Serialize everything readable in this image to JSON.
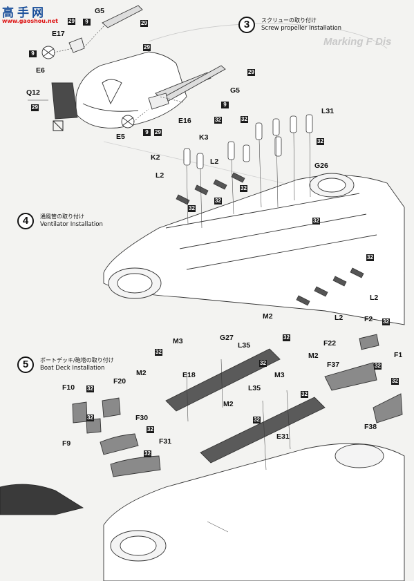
{
  "logo": {
    "chars": [
      "高",
      "手",
      "网"
    ],
    "url": "www.gaoshou.net"
  },
  "steps": [
    {
      "number": "3",
      "title_jp": "スクリューの取り付け",
      "title_en": "Screw propeller Installation"
    },
    {
      "number": "4",
      "title_jp": "通風管の取り付け",
      "title_en": "Ventilator Installation"
    },
    {
      "number": "5",
      "title_jp": "ボートデッキ/砲塔の取り付け",
      "title_en": "Boat Deck Installation"
    }
  ],
  "ghost_text": "Marking F Dis",
  "part_labels": {
    "step3": [
      "G5",
      "E17",
      "E6",
      "Q12",
      "G5",
      "E16",
      "E5"
    ],
    "step4": [
      "L31",
      "K3",
      "K2",
      "L2",
      "L2",
      "G26",
      "L2",
      "L2"
    ],
    "step5": [
      "M2",
      "F2",
      "M3",
      "G27",
      "L35",
      "F22",
      "F1",
      "M2",
      "E18",
      "F37",
      "F10",
      "F20",
      "M3",
      "L35",
      "M2",
      "F30",
      "F9",
      "E31",
      "F31",
      "F38",
      "M2"
    ]
  },
  "sprue_plates": {
    "step3": [
      "9",
      "29",
      "29",
      "9",
      "29",
      "29",
      "29",
      "9",
      "9",
      "29",
      "29"
    ],
    "step4": [
      "32",
      "32",
      "32",
      "32",
      "32",
      "32",
      "32",
      "32"
    ],
    "step5": [
      "32",
      "32",
      "32",
      "32",
      "32",
      "32",
      "32",
      "32",
      "32",
      "32",
      "32",
      "32"
    ]
  },
  "colors": {
    "ink": "#111111",
    "paper": "#f3f3f1",
    "logo_blue": "#1a4f9a",
    "logo_red": "#dd1111",
    "plate_bg": "#1a1a1a"
  }
}
